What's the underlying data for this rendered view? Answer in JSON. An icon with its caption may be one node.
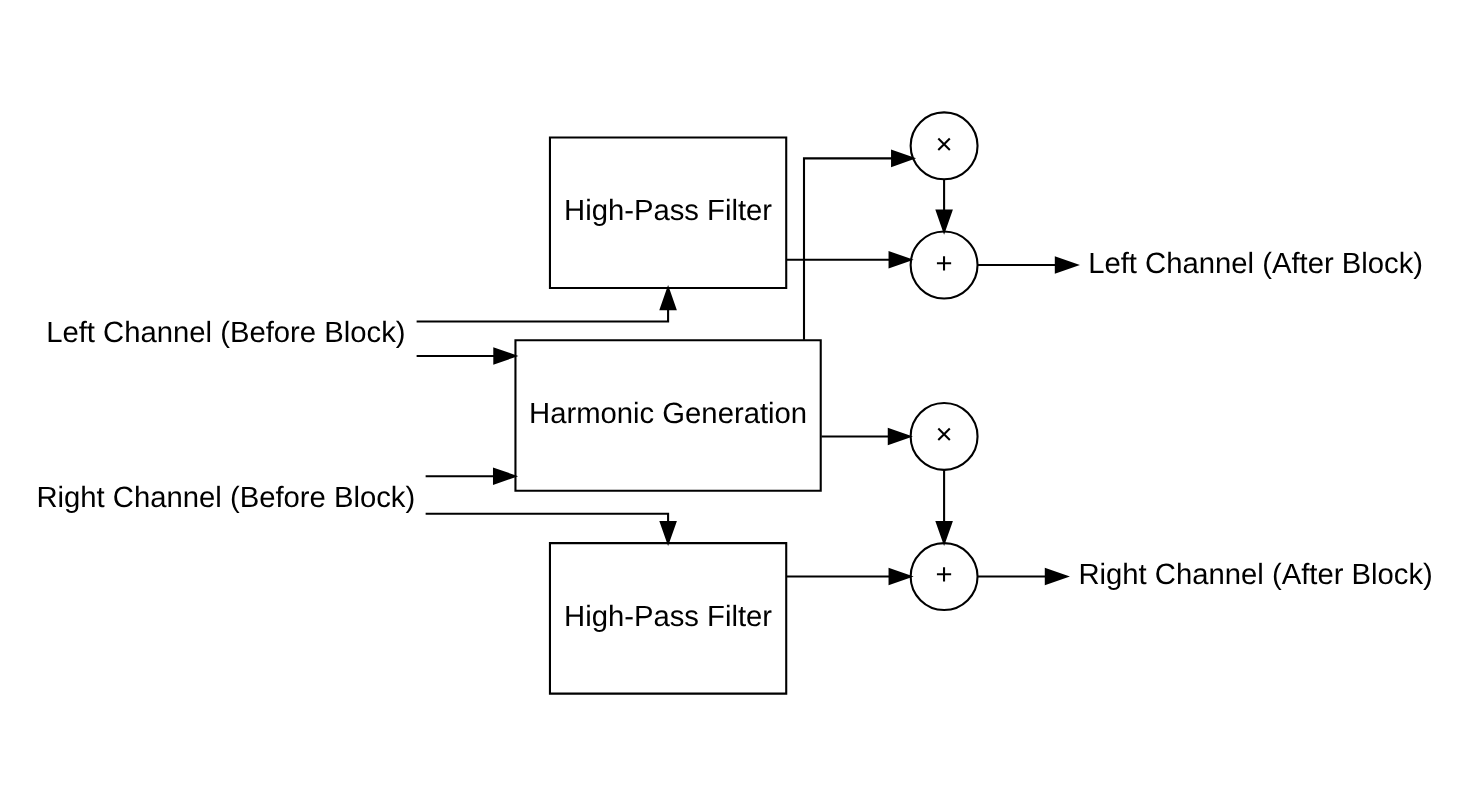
{
  "diagram": {
    "nodes": [
      {
        "text": [
          "Left Channel (Before Block)"
        ]
      },
      {
        "text": [
          "High-Pass Filter"
        ]
      },
      {
        "text": [
          "Harmonic Generation"
        ]
      },
      {
        "text": [
          "High-Pass Filter"
        ]
      },
      {
        "text": [
          "Right Channel (Before Block)"
        ]
      },
      {
        "text": [
          "+"
        ]
      },
      {
        "text": [
          "×"
        ]
      },
      {
        "text": [
          "×"
        ]
      },
      {
        "text": [
          "+"
        ]
      },
      {
        "text": [
          "Left Channel (After Block)"
        ]
      },
      {
        "text": [
          "Right Channel (After Block)"
        ]
      }
    ],
    "edges": [
      {
        "from": 0,
        "to": 1,
        "arrow": "to"
      },
      {
        "from": 0,
        "to": 2,
        "arrow": "to"
      },
      {
        "from": 4,
        "to": 2,
        "arrow": "to"
      },
      {
        "from": 4,
        "to": 3,
        "arrow": "to"
      },
      {
        "from": 1,
        "to": 5,
        "arrow": "to"
      },
      {
        "from": 2,
        "to": 6,
        "arrow": "to"
      },
      {
        "from": 6,
        "to": 5,
        "arrow": "to"
      },
      {
        "from": 5,
        "to": 9,
        "arrow": "to"
      },
      {
        "from": 2,
        "to": 7,
        "arrow": "to"
      },
      {
        "from": 7,
        "to": 8,
        "arrow": "to"
      },
      {
        "from": 3,
        "to": 8,
        "arrow": "to"
      },
      {
        "from": 8,
        "to": 10,
        "arrow": "to"
      }
    ]
  }
}
